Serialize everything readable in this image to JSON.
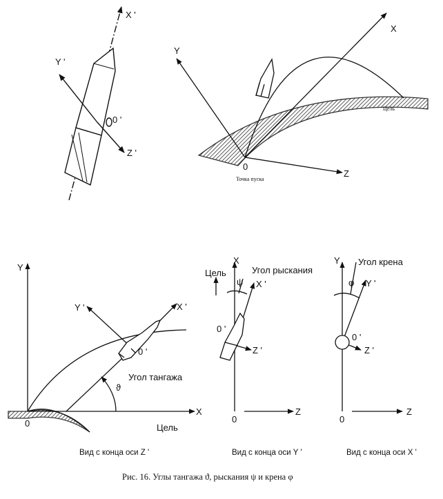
{
  "diagram1": {
    "axis_x": "X '",
    "axis_y": "Y '",
    "axis_z": "Z '",
    "origin": "0 '"
  },
  "diagram2": {
    "axis_x": "X",
    "axis_y": "Y",
    "axis_z": "Z",
    "origin": "0",
    "launch_label": "Точка пуска",
    "target_label": "Цель"
  },
  "view_z": {
    "axis_x": "X",
    "axis_y": "Y",
    "axis_x1": "X '",
    "axis_y1": "Y '",
    "origin": "0",
    "origin1": "0 '",
    "pitch_label": "Угол тангажа",
    "pitch_symbol": "ϑ",
    "target_label": "Цель",
    "caption": "Вид с конца оси  Z '"
  },
  "view_y": {
    "axis_x": "X",
    "axis_x1": "X '",
    "axis_z": "Z",
    "axis_z1": "Z '",
    "origin": "0",
    "origin1": "0 '",
    "target_label": "Цель",
    "yaw_label": "Угол рыскания",
    "yaw_symbol": "ψ",
    "caption": "Вид с конца оси Y '"
  },
  "view_x": {
    "axis_y": "Y",
    "axis_y1": "Y '",
    "axis_z": "Z",
    "axis_z1": "Z '",
    "origin": "0",
    "origin1": "0 '",
    "roll_label": "Угол крена",
    "roll_symbol": "φ",
    "caption": "Вид с конца оси X '"
  },
  "figure_caption": "Рис. 16. Углы тангажа ϑ, рыскания ψ и крена φ"
}
